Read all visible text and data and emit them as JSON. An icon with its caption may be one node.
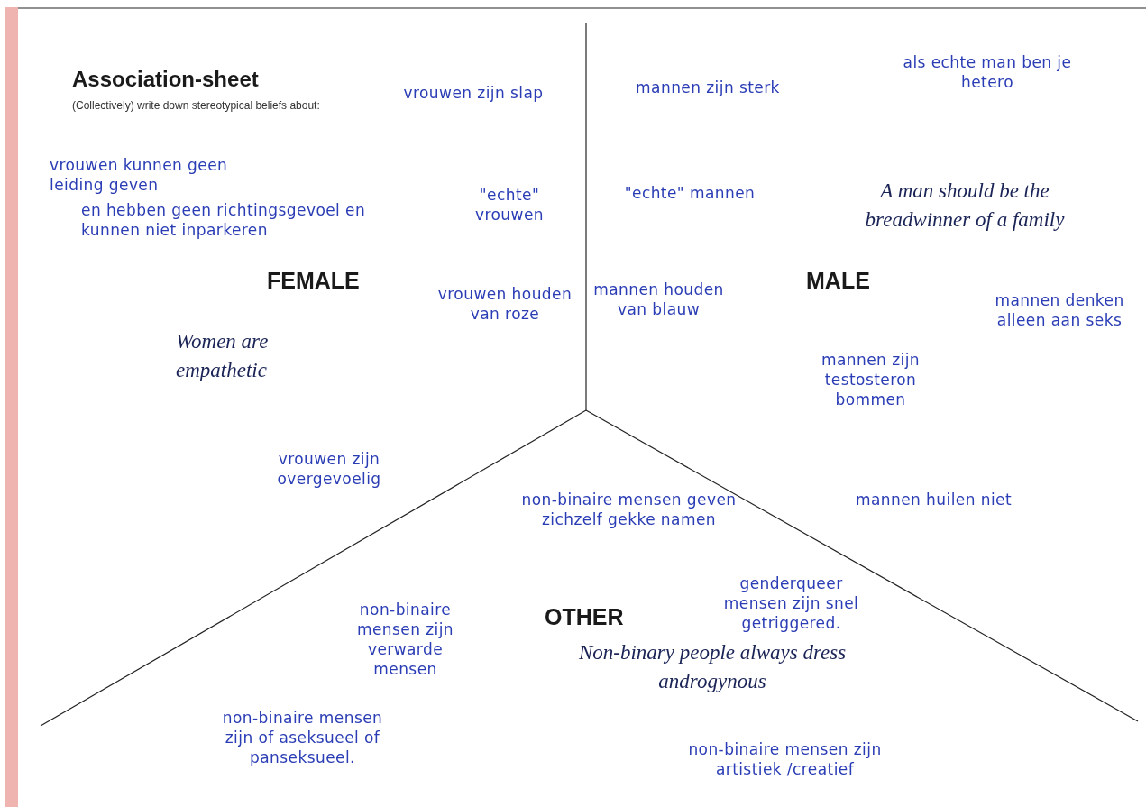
{
  "diagram": {
    "title": "Association-sheet",
    "labels": [
      "(Collectively) write down stereotypical beliefs about:",
      "vrouwen zijn slap",
      "mannen zijn sterk",
      "als echte man ben je hetero",
      "vrouwen kunnen geen leiding geven",
      "en hebben geen richtingsgevoel en kunnen niet inparkeren",
      "\"echte\" vrouwen",
      "\"echte\" mannen",
      "A man should be the breadwinner of a family",
      "FEMALE",
      "vrouwen houden van roze",
      "mannen houden van blauw",
      "MALE",
      "mannen denken alleen aan seks",
      "Women are empathetic",
      "mannen zijn testosteron bommen",
      "vrouwen zijn overgevoelig",
      "non-binaire mensen geven zichzelf gekke namen",
      "mannen huilen niet",
      "non-binaire mensen zijn verwarde mensen",
      "OTHER",
      "genderqueer mensen zijn snel getriggered.",
      "Non-binary people always dress androgynous",
      "non-binaire mensen zijn of aseksueel of panseksueel.",
      "non-binaire mensen zijn artistiek /creatief"
    ]
  }
}
